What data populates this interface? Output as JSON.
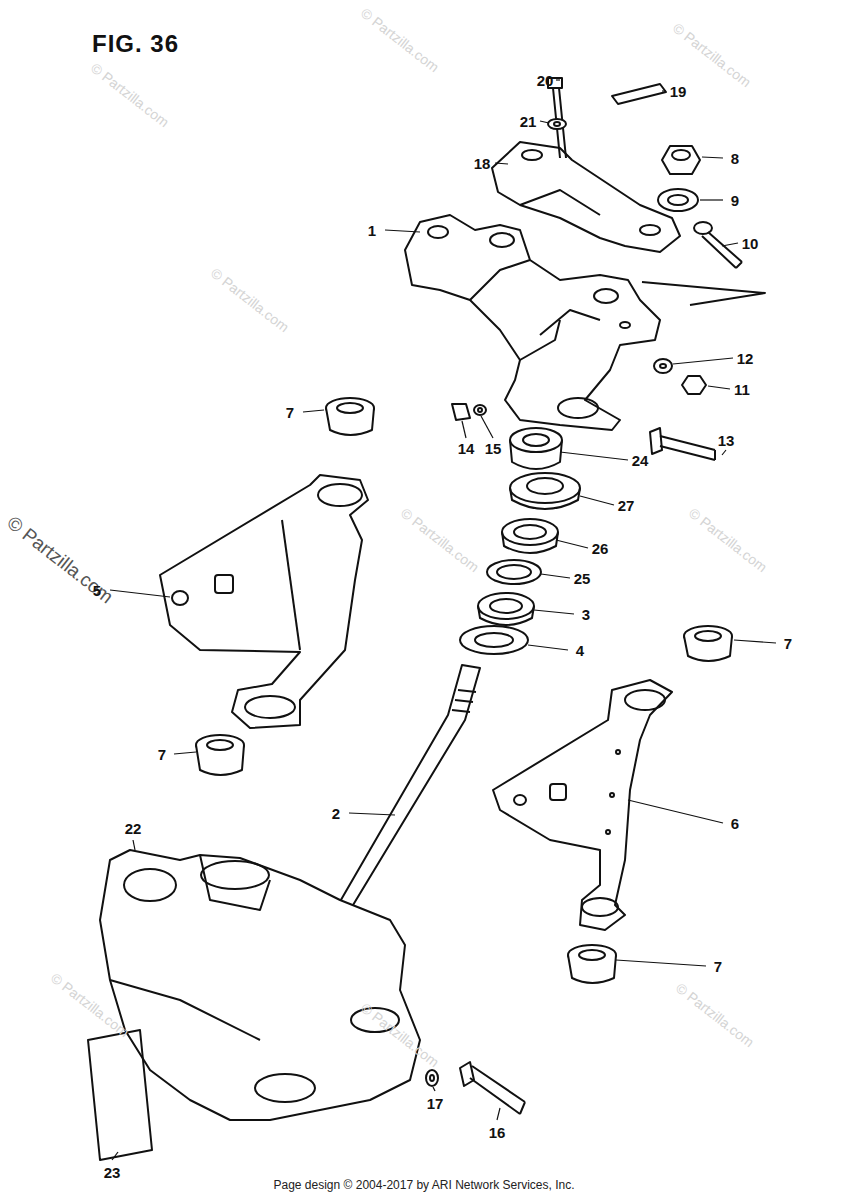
{
  "diagram": {
    "title": "FIG. 36",
    "caption": "Page design © 2004-2017 by ARI Network Services, Inc.",
    "labels": [
      "20",
      "19",
      "21",
      "8",
      "18",
      "9",
      "1",
      "10",
      "12",
      "11",
      "7",
      "14",
      "15",
      "24",
      "13",
      "27",
      "26",
      "5",
      "25",
      "3",
      "4",
      "7",
      "7",
      "2",
      "6",
      "22",
      "7",
      "17",
      "16",
      "23",
      "© Partzilla.com",
      "© Partzilla.com",
      "© Partzilla.com",
      "© Partzilla.com",
      "© Partzilla.com",
      "© Partzilla.com",
      "© Partzilla.com",
      "© Partzilla.com",
      "© Partzilla.com",
      "© Partzilla.com"
    ]
  }
}
